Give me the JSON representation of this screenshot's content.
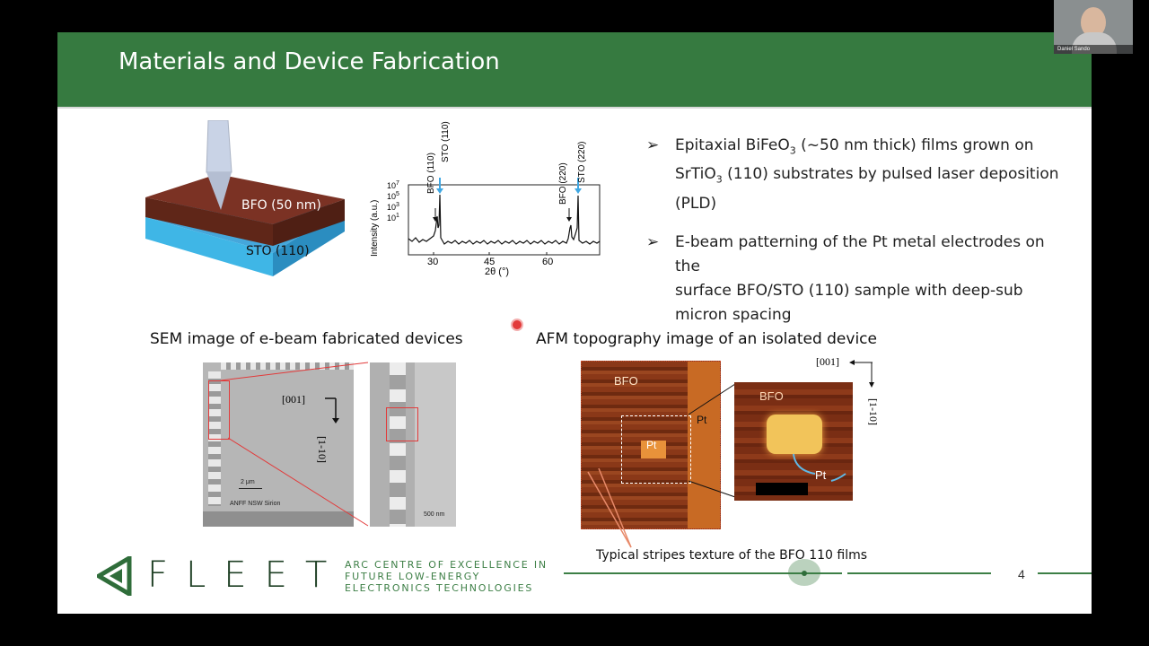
{
  "slide": {
    "title": "Materials and Device Fabrication",
    "page_number": "4",
    "bullets": [
      {
        "marker": "➢",
        "lines": [
          "Epitaxial BiFeO",
          "3",
          "  (~50 nm thick)  films grown on",
          "SrTiO",
          "3",
          " (110)  substrates by pulsed laser deposition",
          "(PLD)"
        ]
      },
      {
        "marker": "➢",
        "lines": [
          "E-beam patterning of the Pt metal electrodes on the",
          "surface BFO/STO (110) sample with deep-sub",
          "micron spacing"
        ]
      }
    ],
    "schematic": {
      "top_layer": "BFO (50 nm)",
      "bottom_layer": "STO  (110)",
      "colors": {
        "bfo": "#6b2a1e",
        "sto": "#3fb6e6",
        "tip": "#c9d3e6"
      }
    },
    "xrd": {
      "ylabel": "Intensity (a.u.)",
      "xlabel": "2θ (°)",
      "yticks": [
        "10",
        "7",
        "10",
        "5",
        "10",
        "3",
        "10",
        "1"
      ],
      "xticks": [
        "30",
        "45",
        "60"
      ],
      "peak_labels": [
        "BFO (110)",
        "STO (110)",
        "BFO (220)",
        "STO (220)"
      ]
    },
    "sem": {
      "caption": "SEM image of e-beam fabricated devices",
      "dir_001": "[001]",
      "dir_110": "[1-10]",
      "scale_left": "2 μm",
      "watermark": "ANFF NSW Sirion",
      "scale_right": "500 nm"
    },
    "afm": {
      "caption": "AFM topography image of an isolated device",
      "label_bfo_left": "BFO",
      "label_pt_center": "Pt",
      "label_pt_right": "Pt",
      "label_bfo_zoom": "BFO",
      "label_pt_zoom": "Pt",
      "dir_001": "[001]",
      "dir_110": "[1-10]",
      "stripes_note": "Typical stripes texture of the BFO 110 films"
    },
    "footer": {
      "logo_word": "FLEET",
      "org_lines": [
        "ARC CENTRE OF EXCELLENCE IN",
        "FUTURE LOW-ENERGY",
        "ELECTRONICS TECHNOLOGIES"
      ],
      "accent": "#367a40"
    }
  },
  "video_tile": {
    "participant_name": "Daniel Sando"
  }
}
